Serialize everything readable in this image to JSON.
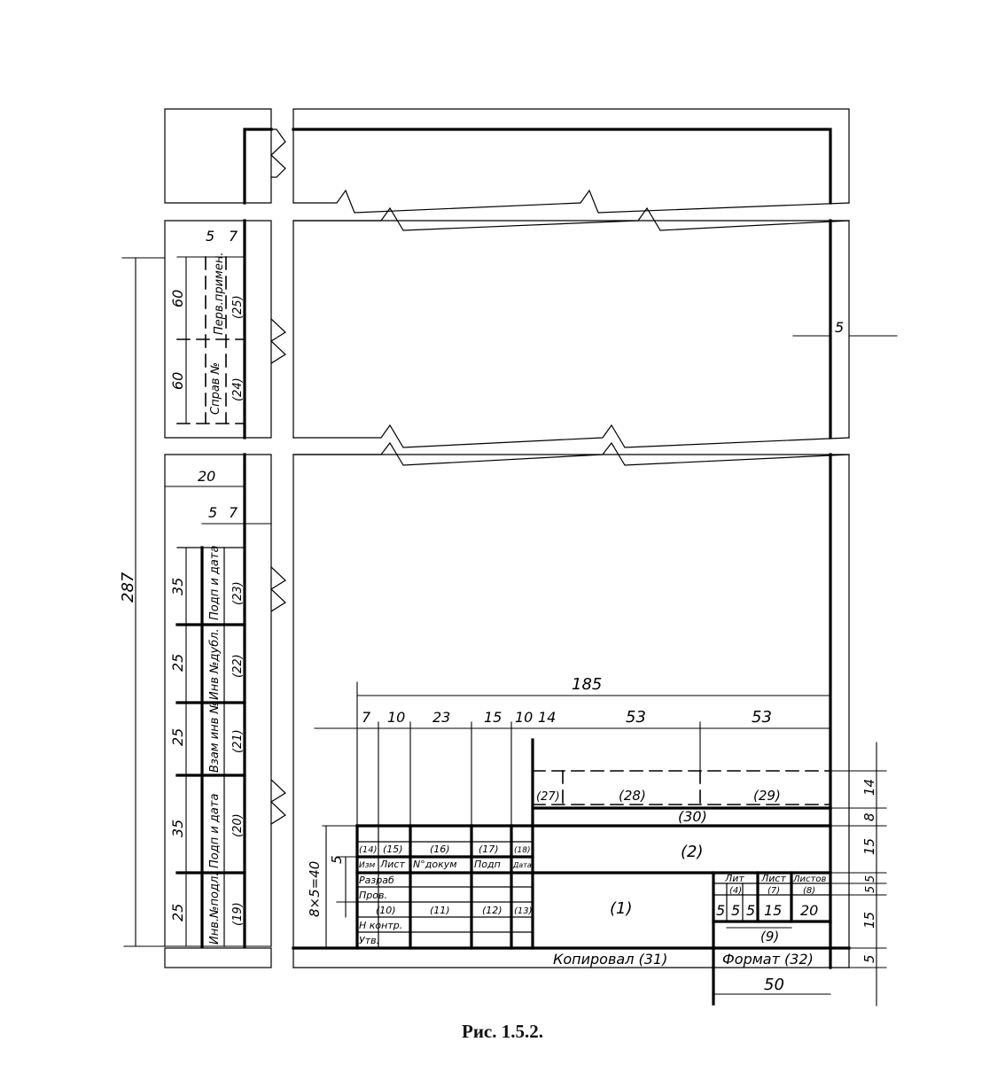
{
  "caption": "Рис. 1.5.2.",
  "dims": {
    "total_height": "287",
    "side_width_top": "5",
    "side_width_top2": "7",
    "perv_h": "60",
    "sprav_h": "60",
    "frame_margin": "5",
    "strip_width": "20",
    "strip_col1": "5",
    "strip_col2": "7",
    "seg_23": "35",
    "seg_22": "25",
    "seg_21": "25",
    "seg_20": "35",
    "seg_19": "25",
    "title_width": "185",
    "col_7": "7",
    "col_10a": "10",
    "col_23": "23",
    "col_15": "15",
    "col_10b": "10",
    "col_14": "14",
    "col_53a": "53",
    "col_53b": "53",
    "rows": "8×5=40",
    "row_h": "5",
    "right_14": "14",
    "right_8": "8",
    "right_15a": "15",
    "right_5a": "5",
    "right_5b": "5",
    "right_15b": "15",
    "right_5c": "5",
    "sub_5a": "5",
    "sub_5b": "5",
    "sub_5c": "5",
    "sub_15": "15",
    "sub_20": "20",
    "format_width": "50"
  },
  "side_labels": {
    "perv": "Перв.примен.",
    "perv_num": "(25)",
    "sprav": "Справ №",
    "sprav_num": "(24)",
    "podp_23": "Подп и дата",
    "num_23": "(23)",
    "inv_dubl": "Инв №дубл.",
    "num_22": "(22)",
    "vzam": "Взам инв №",
    "num_21": "(21)",
    "podp_20": "Подп и дата",
    "num_20": "(20)",
    "inv_podl": "Инв.№подл.",
    "num_19": "(19)"
  },
  "title_block": {
    "n14": "(14)",
    "n15": "(15)",
    "n16": "(16)",
    "n17": "(17)",
    "n18": "(18)",
    "izm": "Изм",
    "list": "Лист",
    "ndoc": "N°докум",
    "podp": "Подп",
    "data": "Дата",
    "razrab": "Разраб",
    "prov": "Пров.",
    "n10": "(10)",
    "n11": "(11)",
    "n12": "(12)",
    "n13": "(13)",
    "nkontr": "Н контр.",
    "utv": "Утв.",
    "n1": "(1)",
    "n2": "(2)",
    "n27": "(27)",
    "n28": "(28)",
    "n29": "(29)",
    "n30": "(30)",
    "lit": "Лит",
    "list2": "Лист",
    "listov": "Листов",
    "n4": "(4)",
    "n7": "(7)",
    "n8": "(8)",
    "n9": "(9)",
    "kopiroval": "Копировал (31)",
    "format": "Формат (32)"
  }
}
